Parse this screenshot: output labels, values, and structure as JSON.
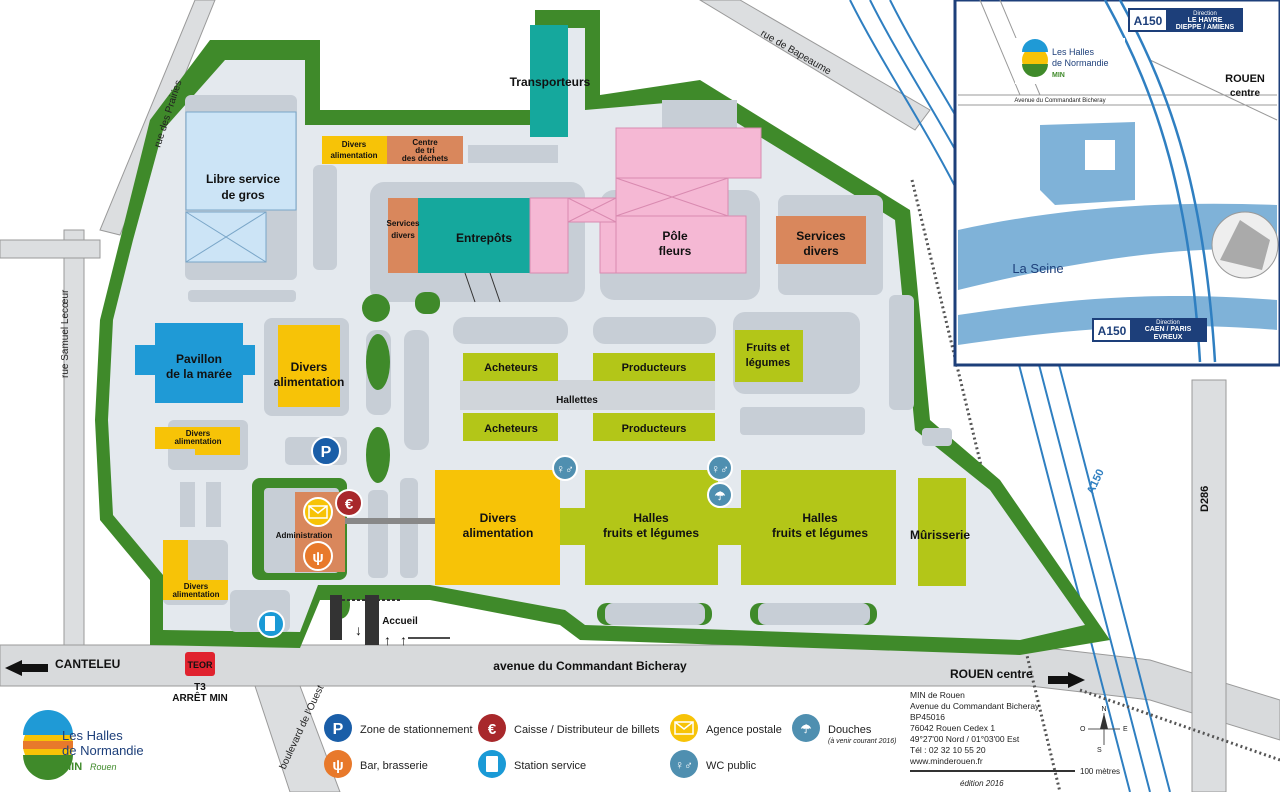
{
  "colors": {
    "green": "#3f8a2a",
    "ground": "#e4e9ee",
    "block": "#c7ced6",
    "blue_building": "#1f9ad6",
    "yellow": "#f7c307",
    "orange": "#d9875c",
    "teal": "#15a89d",
    "pink": "#f5b8d4",
    "lime": "#b3c618",
    "light_blue": "#cce4f6",
    "road": "#d8dadc",
    "river": "#7fb2d8",
    "rail_blue": "#2f7fc1",
    "label_dark": "#1d3f7a"
  },
  "streets": {
    "rue_prairies": "rue des Prairies",
    "rue_samuel": "rue Samuel Lecœur",
    "rue_bapeaume": "rue de Bapeaume",
    "avenue": "avenue du Commandant Bicheray",
    "boulevard_ouest": "boulevard de l'Ouest",
    "canteleu": "CANTELEU",
    "rouen_centre": "ROUEN centre",
    "d286": "D286",
    "a150": "A150"
  },
  "buildings": {
    "transporteurs": "Transporteurs",
    "divers_alim_top": [
      "Divers",
      "alimentation"
    ],
    "centre_tri": [
      "Centre",
      "de tri",
      "des déchets"
    ],
    "libre_service": [
      "Libre service",
      "de gros"
    ],
    "services_divers_left": [
      "Services",
      "divers"
    ],
    "entrepots": "Entrepôts",
    "pole_fleurs": [
      "Pôle",
      "fleurs"
    ],
    "services_divers_right": [
      "Services",
      "divers"
    ],
    "pavillon_maree": [
      "Pavillon",
      "de la marée"
    ],
    "divers_alim_mid": [
      "Divers",
      "alimentation"
    ],
    "divers_alim_small": [
      "Divers",
      "alimentation"
    ],
    "fruits_legumes_small": [
      "Fruits et",
      "légumes"
    ],
    "acheteurs_1": "Acheteurs",
    "producteurs_1": "Producteurs",
    "hallettes": "Hallettes",
    "acheteurs_2": "Acheteurs",
    "producteurs_2": "Producteurs",
    "administration": "Administration",
    "divers_alim_big": [
      "Divers",
      "alimentation"
    ],
    "halles_1": [
      "Halles",
      "fruits et légumes"
    ],
    "halles_2": [
      "Halles",
      "fruits et légumes"
    ],
    "murisserie": "Mûrisserie",
    "divers_alim_bottom": [
      "Divers",
      "alimentation"
    ],
    "accueil": "Accueil",
    "teor": "TEOR",
    "t3": "T3",
    "arret_min": "ARRÊT MIN"
  },
  "inset": {
    "a150_top_badge": "A150",
    "direction_top": [
      "Direction",
      "LE HAVRE",
      "DIEPPE / AMIENS"
    ],
    "a150_bottom_badge": "A150",
    "direction_bottom": [
      "Direction",
      "CAEN / PARIS",
      "EVREUX"
    ],
    "rouen": "ROUEN",
    "centre": "centre",
    "la_seine": "La Seine",
    "avenue_small": "Avenue du Commandant Bicheray"
  },
  "logo": {
    "line1": "Les Halles",
    "line2": "de Normandie",
    "line3": "MIN",
    "line3b": "Rouen"
  },
  "legend": [
    {
      "icon": "parking-icon",
      "label": "Zone de stationnement",
      "color": "#1a5ea8"
    },
    {
      "icon": "restaurant-icon",
      "label": "Bar, brasserie",
      "color": "#e8792b"
    },
    {
      "icon": "euro-icon",
      "label": "Caisse / Distributeur de billets",
      "color": "#a8282b"
    },
    {
      "icon": "fuel-icon",
      "label": "Station service",
      "color": "#1a9ad6"
    },
    {
      "icon": "mail-icon",
      "label": "Agence postale",
      "color": "#f7c307"
    },
    {
      "icon": "wc-icon",
      "label": "WC public",
      "color": "#4f8fb0"
    },
    {
      "icon": "shower-icon",
      "label": "Douches",
      "color": "#4f8fb0",
      "note": "(à venir courant 2016)"
    }
  ],
  "info": {
    "lines": [
      "MIN de Rouen",
      "Avenue du Commandant Bicheray",
      "BP45016",
      "76042 Rouen Cedex 1",
      "49°27'00 Nord / 01°03'00 Est",
      "Tél : 02 32 10 55 20",
      "www.minderouen.fr"
    ],
    "scale": "100 mètres",
    "edition": "édition 2016",
    "compass": [
      "N",
      "E",
      "S",
      "O"
    ]
  }
}
